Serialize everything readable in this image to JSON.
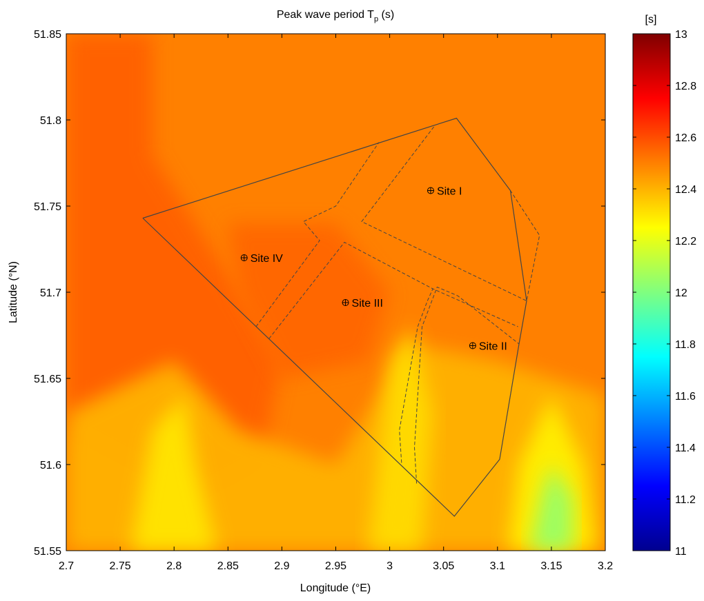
{
  "map": {
    "title_main": "Peak wave period T",
    "title_sub": "p",
    "title_suffix": " (s)",
    "xlabel": "Longitude (°E)",
    "ylabel": "Latitude (°N)",
    "x_range": [
      2.7,
      3.2
    ],
    "y_range": [
      51.55,
      51.85
    ],
    "x_ticks": [
      "2.7",
      "2.75",
      "2.8",
      "2.85",
      "2.9",
      "2.95",
      "3",
      "3.05",
      "3.1",
      "3.15",
      "3.2"
    ],
    "y_ticks": [
      "51.55",
      "51.6",
      "51.65",
      "51.7",
      "51.75",
      "51.8",
      "51.85"
    ],
    "field_base_value": 12.5,
    "field_regions": [
      {
        "name": "darker-west",
        "value": 12.56,
        "points": [
          [
            2.7,
            51.85
          ],
          [
            2.78,
            51.85
          ],
          [
            2.78,
            51.78
          ],
          [
            2.84,
            51.72
          ],
          [
            2.9,
            51.66
          ],
          [
            2.88,
            51.6
          ],
          [
            2.82,
            51.58
          ],
          [
            2.7,
            51.62
          ]
        ]
      },
      {
        "name": "darker-central",
        "value": 12.55,
        "points": [
          [
            2.85,
            51.74
          ],
          [
            2.95,
            51.74
          ],
          [
            3.0,
            51.7
          ],
          [
            2.98,
            51.66
          ],
          [
            2.9,
            51.65
          ],
          [
            2.86,
            51.7
          ]
        ]
      },
      {
        "name": "lighter-south",
        "value": 12.4,
        "points": [
          [
            2.7,
            51.63
          ],
          [
            2.8,
            51.66
          ],
          [
            2.86,
            51.62
          ],
          [
            2.95,
            51.6
          ],
          [
            3.02,
            51.67
          ],
          [
            3.1,
            51.66
          ],
          [
            3.2,
            51.64
          ],
          [
            3.2,
            51.55
          ],
          [
            2.7,
            51.55
          ]
        ]
      },
      {
        "name": "yellow-sw",
        "value": 12.3,
        "points": [
          [
            2.76,
            51.55
          ],
          [
            2.78,
            51.62
          ],
          [
            2.81,
            51.64
          ],
          [
            2.82,
            51.6
          ],
          [
            2.84,
            51.55
          ]
        ]
      },
      {
        "name": "yellow-s",
        "value": 12.32,
        "points": [
          [
            2.98,
            51.55
          ],
          [
            3.0,
            51.66
          ],
          [
            3.02,
            51.68
          ],
          [
            3.04,
            51.63
          ],
          [
            3.03,
            51.55
          ]
        ]
      },
      {
        "name": "yellow-se",
        "value": 12.28,
        "points": [
          [
            3.11,
            51.55
          ],
          [
            3.12,
            51.6
          ],
          [
            3.15,
            51.64
          ],
          [
            3.18,
            51.6
          ],
          [
            3.19,
            51.55
          ]
        ]
      },
      {
        "name": "green-se",
        "value": 12.05,
        "points": [
          [
            3.13,
            51.55
          ],
          [
            3.14,
            51.58
          ],
          [
            3.15,
            51.6
          ],
          [
            3.17,
            51.58
          ],
          [
            3.17,
            51.55
          ]
        ]
      }
    ],
    "outline_solid": [
      [
        2.771,
        51.743
      ],
      [
        3.062,
        51.801
      ],
      [
        3.112,
        51.759
      ],
      [
        3.127,
        51.695
      ],
      [
        3.12,
        51.67
      ],
      [
        3.102,
        51.603
      ],
      [
        3.06,
        51.57
      ],
      [
        2.771,
        51.743
      ]
    ],
    "outline_dashed": [
      [
        [
          2.876,
          51.68
        ],
        [
          2.935,
          51.73
        ],
        [
          2.92,
          51.741
        ],
        [
          2.95,
          51.75
        ],
        [
          2.99,
          51.787
        ]
      ],
      [
        [
          2.888,
          51.673
        ],
        [
          2.958,
          51.729
        ],
        [
          3.04,
          51.702
        ],
        [
          3.119,
          51.68
        ]
      ],
      [
        [
          3.041,
          51.796
        ],
        [
          2.974,
          51.741
        ],
        [
          3.127,
          51.695
        ],
        [
          3.139,
          51.733
        ],
        [
          3.112,
          51.759
        ]
      ],
      [
        [
          3.011,
          51.601
        ],
        [
          3.009,
          51.62
        ],
        [
          3.026,
          51.68
        ],
        [
          3.035,
          51.695
        ],
        [
          3.04,
          51.702
        ]
      ],
      [
        [
          3.025,
          51.589
        ],
        [
          3.023,
          51.61
        ],
        [
          3.03,
          51.68
        ],
        [
          3.044,
          51.703
        ],
        [
          3.063,
          51.698
        ],
        [
          3.12,
          51.67
        ]
      ]
    ],
    "sites": [
      {
        "name": "Site I",
        "lon": 3.038,
        "lat": 51.759
      },
      {
        "name": "Site II",
        "lon": 3.077,
        "lat": 51.669
      },
      {
        "name": "Site III",
        "lon": 2.959,
        "lat": 51.694
      },
      {
        "name": "Site IV",
        "lon": 2.865,
        "lat": 51.72
      }
    ]
  },
  "colorbar": {
    "unit": "[s]",
    "range": [
      11,
      13
    ],
    "ticks": [
      "11",
      "11.2",
      "11.4",
      "11.6",
      "11.8",
      "12",
      "12.2",
      "12.4",
      "12.6",
      "12.8",
      "13"
    ]
  }
}
